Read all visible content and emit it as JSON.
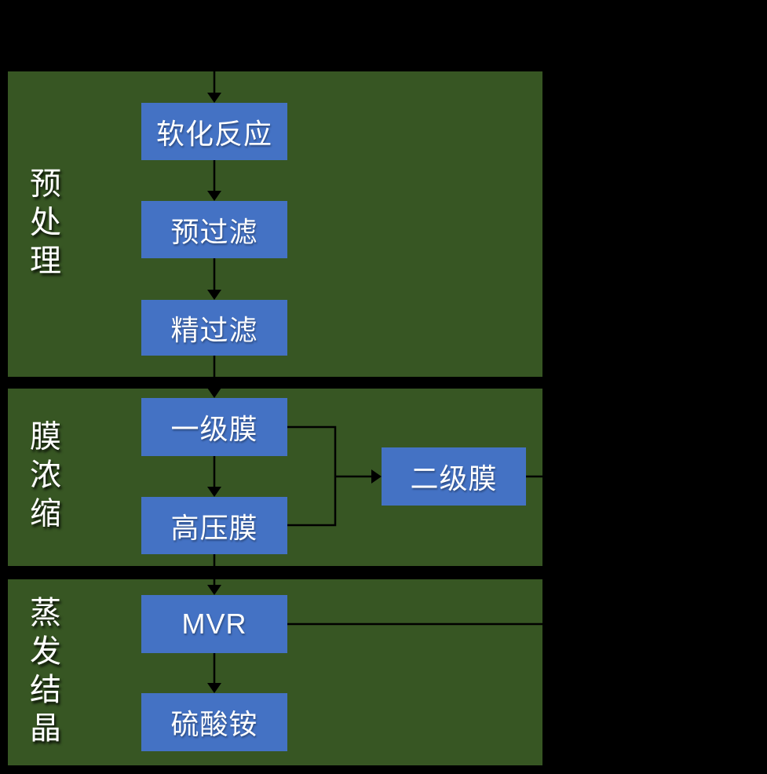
{
  "colors": {
    "background": "#000000",
    "band": "#375623",
    "node": "#4472C4",
    "node_text": "#FFFFFF",
    "label_text": "#FFFFFF",
    "line": "#000000"
  },
  "bands": [
    {
      "label": "预处理",
      "nodes": [
        {
          "label": "软化反应"
        },
        {
          "label": "预过滤"
        },
        {
          "label": "精过滤"
        }
      ]
    },
    {
      "label": "膜浓缩",
      "nodes": [
        {
          "label": "一级膜"
        },
        {
          "label": "高压膜"
        },
        {
          "label": "二级膜"
        }
      ]
    },
    {
      "label": "蒸发结晶",
      "nodes": [
        {
          "label": "MVR"
        },
        {
          "label": "硫酸铵"
        }
      ]
    }
  ],
  "edges": [
    {
      "from": "top-inlet",
      "to": "软化反应"
    },
    {
      "from": "软化反应",
      "to": "预过滤"
    },
    {
      "from": "预过滤",
      "to": "精过滤"
    },
    {
      "from": "精过滤",
      "to": "一级膜"
    },
    {
      "from": "一级膜",
      "to": "高压膜"
    },
    {
      "from": "一级膜",
      "to": "二级膜"
    },
    {
      "from": "高压膜",
      "to": "二级膜"
    },
    {
      "from": "高压膜",
      "to": "MVR"
    },
    {
      "from": "MVR",
      "to": "硫酸铵"
    },
    {
      "from": "二级膜",
      "to": "right-outlet"
    },
    {
      "from": "MVR",
      "to": "right-outlet"
    }
  ]
}
